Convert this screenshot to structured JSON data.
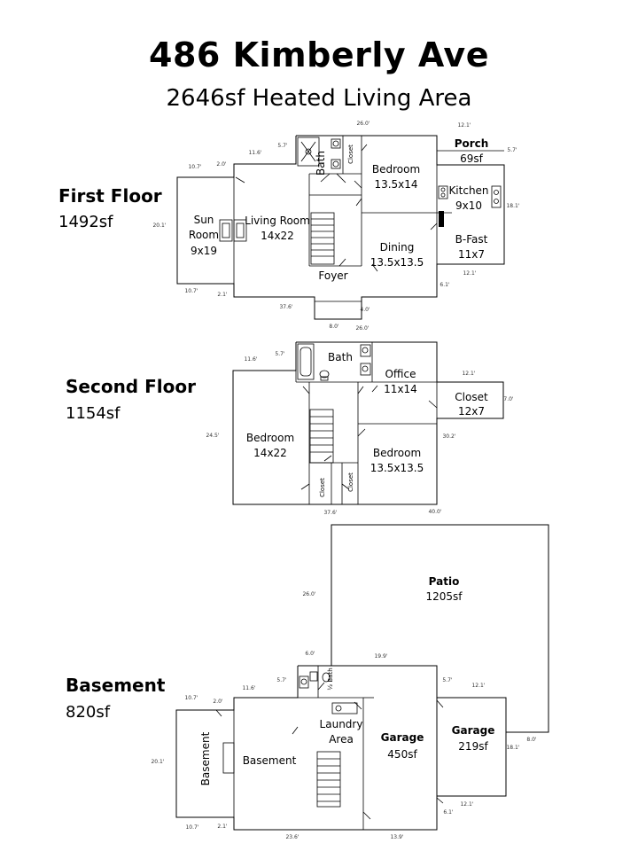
{
  "header": {
    "title": "486 Kimberly Ave",
    "subtitle": "2646sf Heated Living Area"
  },
  "floors": {
    "first": {
      "name": "First Floor",
      "area": "1492sf",
      "rooms": {
        "bath": "Bath",
        "closet": "Closet",
        "bedroom_name": "Bedroom",
        "bedroom_size": "13.5x14",
        "porch_name": "Porch",
        "porch_size": "69sf",
        "kitchen_name": "Kitchen",
        "kitchen_size": "9x10",
        "bfast_name": "B-Fast",
        "bfast_size": "11x7",
        "sun_line1": "Sun",
        "sun_line2": "Room",
        "sun_size": "9x19",
        "living_name": "Living Room",
        "living_size": "14x22",
        "dining_name": "Dining",
        "dining_size": "13.5x13.5",
        "foyer": "Foyer"
      },
      "dims": {
        "top_main": "26.0'",
        "top_right": "12.1'",
        "porch_side": "5.7'",
        "bath_left": "5.7'",
        "upper_left": "11.6'",
        "sun_top": "10.7'",
        "sun_step": "2.0'",
        "left_side": "20.1'",
        "kitchen_right": "18.1'",
        "bfast_bottom": "12.1'",
        "right_step": "6.1'",
        "sun_bottom": "10.7'",
        "bottom_step": "2.1'",
        "bottom_main": "37.6'",
        "foyer_side": "4.0'",
        "foyer_width": "8.0'",
        "bottom_right": "26.0'"
      }
    },
    "second": {
      "name": "Second Floor",
      "area": "1154sf",
      "rooms": {
        "bath": "Bath",
        "office_name": "Office",
        "office_size": "11x14",
        "closet_name": "Closet",
        "closet_size": "12x7",
        "bed1_name": "Bedroom",
        "bed1_size": "14x22",
        "bed2_name": "Bedroom",
        "bed2_size": "13.5x13.5",
        "closet_a": "Closet",
        "closet_b": "Closet"
      },
      "dims": {
        "upper_left": "11.6'",
        "bath_left": "5.7'",
        "closet_top": "12.1'",
        "closet_side": "7.0'",
        "left_side": "24.5'",
        "right_side": "30.2'",
        "bottom_main": "37.6'",
        "bottom_right": "40.0'"
      }
    },
    "basement": {
      "name": "Basement",
      "area": "820sf",
      "rooms": {
        "patio_name": "Patio",
        "patio_size": "1205sf",
        "half_bath": "½ Bath",
        "laundry_line1": "Laundry",
        "laundry_line2": "Area",
        "garage1_name": "Garage",
        "garage1_size": "450sf",
        "garage2_name": "Garage",
        "garage2_size": "219sf",
        "basement_main": "Basement",
        "basement_side": "Basement"
      },
      "dims": {
        "patio_left": "26.0'",
        "patio_step": "6.0'",
        "patio_bottom": "19.9'",
        "bath_left": "5.7'",
        "upper_left": "11.6'",
        "left_top": "10.7'",
        "left_step": "2.0'",
        "garage_top": "5.7'",
        "garage2_top": "12.1'",
        "patio_right": "8.0'",
        "left_side": "20.1'",
        "garage2_right": "18.1'",
        "garage2_step": "6.1'",
        "garage2_bottom": "12.1'",
        "left_bottom": "10.7'",
        "bottom_step": "2.1'",
        "bottom_main": "23.6'",
        "bottom_right": "13.9'"
      }
    }
  }
}
